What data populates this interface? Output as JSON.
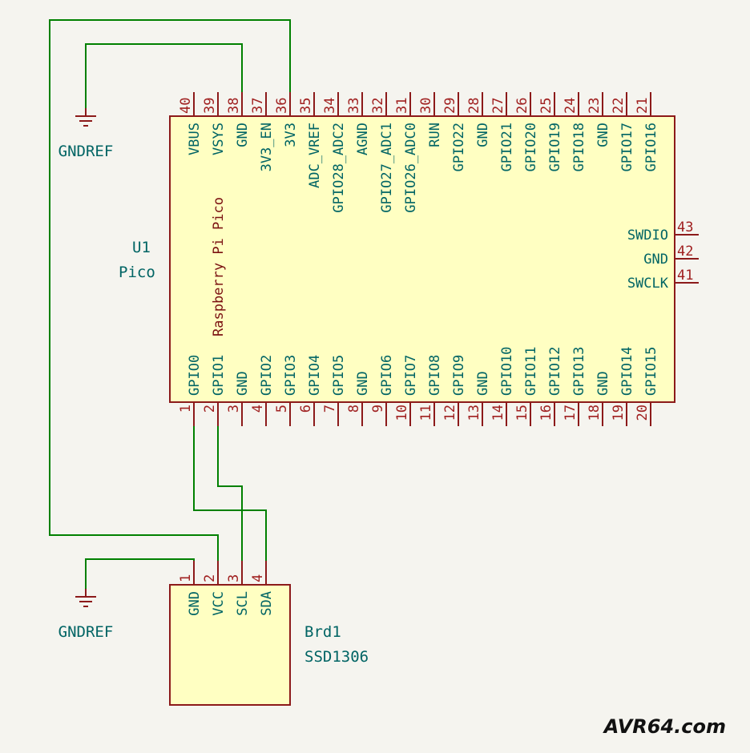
{
  "colors": {
    "background": "#f5f4ef",
    "body_fill": "#ffffc2",
    "body_stroke": "#8c1a1a",
    "pin": "#8c1a1a",
    "wire": "#008000",
    "label": "#006464",
    "pin_number": "#a02020"
  },
  "u1": {
    "reference": "U1",
    "value": "Pico",
    "body_text": "Raspberry Pi Pico",
    "top_pins": [
      {
        "num": "40",
        "name": "VBUS"
      },
      {
        "num": "39",
        "name": "VSYS"
      },
      {
        "num": "38",
        "name": "GND"
      },
      {
        "num": "37",
        "name": "3V3_EN"
      },
      {
        "num": "36",
        "name": "3V3"
      },
      {
        "num": "35",
        "name": "ADC_VREF"
      },
      {
        "num": "34",
        "name": "GPIO28_ADC2"
      },
      {
        "num": "33",
        "name": "AGND"
      },
      {
        "num": "32",
        "name": "GPIO27_ADC1"
      },
      {
        "num": "31",
        "name": "GPIO26_ADC0"
      },
      {
        "num": "30",
        "name": "RUN"
      },
      {
        "num": "29",
        "name": "GPIO22"
      },
      {
        "num": "28",
        "name": "GND"
      },
      {
        "num": "27",
        "name": "GPIO21"
      },
      {
        "num": "26",
        "name": "GPIO20"
      },
      {
        "num": "25",
        "name": "GPIO19"
      },
      {
        "num": "24",
        "name": "GPIO18"
      },
      {
        "num": "23",
        "name": "GND"
      },
      {
        "num": "22",
        "name": "GPIO17"
      },
      {
        "num": "21",
        "name": "GPIO16"
      }
    ],
    "bottom_pins": [
      {
        "num": "1",
        "name": "GPIO0"
      },
      {
        "num": "2",
        "name": "GPIO1"
      },
      {
        "num": "3",
        "name": "GND"
      },
      {
        "num": "4",
        "name": "GPIO2"
      },
      {
        "num": "5",
        "name": "GPIO3"
      },
      {
        "num": "6",
        "name": "GPIO4"
      },
      {
        "num": "7",
        "name": "GPIO5"
      },
      {
        "num": "8",
        "name": "GND"
      },
      {
        "num": "9",
        "name": "GPIO6"
      },
      {
        "num": "10",
        "name": "GPIO7"
      },
      {
        "num": "11",
        "name": "GPIO8"
      },
      {
        "num": "12",
        "name": "GPIO9"
      },
      {
        "num": "13",
        "name": "GND"
      },
      {
        "num": "14",
        "name": "GPIO10"
      },
      {
        "num": "15",
        "name": "GPIO11"
      },
      {
        "num": "16",
        "name": "GPIO12"
      },
      {
        "num": "17",
        "name": "GPIO13"
      },
      {
        "num": "18",
        "name": "GND"
      },
      {
        "num": "19",
        "name": "GPIO14"
      },
      {
        "num": "20",
        "name": "GPIO15"
      }
    ],
    "right_pins": [
      {
        "num": "43",
        "name": "SWDIO"
      },
      {
        "num": "42",
        "name": "GND"
      },
      {
        "num": "41",
        "name": "SWCLK"
      }
    ]
  },
  "brd1": {
    "reference": "Brd1",
    "value": "SSD1306",
    "pins": [
      {
        "num": "1",
        "name": "GND"
      },
      {
        "num": "2",
        "name": "VCC"
      },
      {
        "num": "3",
        "name": "SCL"
      },
      {
        "num": "4",
        "name": "SDA"
      }
    ]
  },
  "gnd_symbols": [
    {
      "label": "GNDREF"
    },
    {
      "label": "GNDREF"
    }
  ],
  "watermark": "AVR64.com"
}
